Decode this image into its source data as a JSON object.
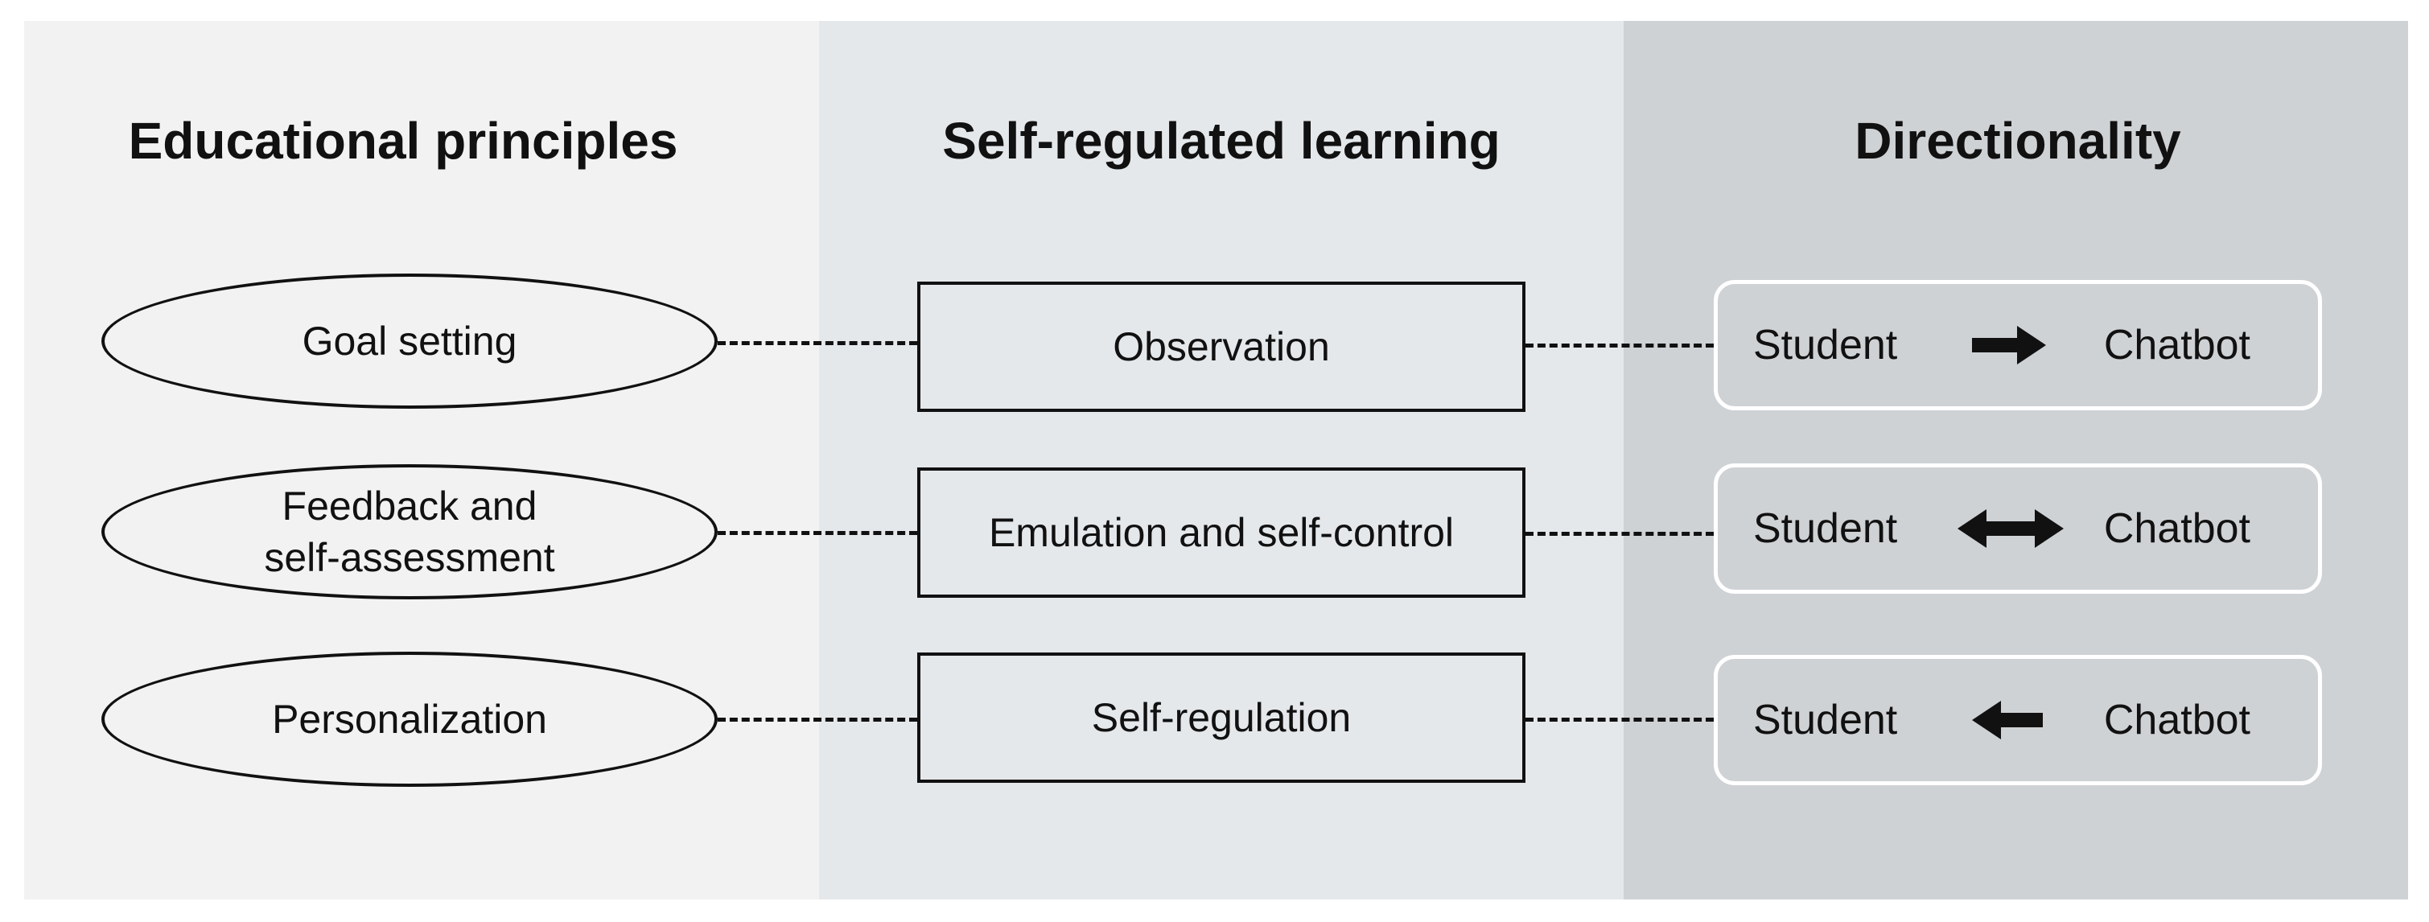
{
  "colors": {
    "panel_left": "#f2f2f2",
    "panel_middle": "#e5e8eb",
    "panel_right": "#cfd2d5",
    "stroke": "#111111",
    "pill_border": "#ffffff"
  },
  "columns": {
    "educational_principles": {
      "title": "Educational principles",
      "items": [
        "Goal setting",
        "Feedback and\nself-assessment",
        "Personalization"
      ]
    },
    "self_regulated_learning": {
      "title": "Self-regulated learning",
      "items": [
        "Observation",
        "Emulation and self-control",
        "Self-regulation"
      ]
    },
    "directionality": {
      "title": "Directionality",
      "items": [
        {
          "left": "Student",
          "right": "Chatbot",
          "arrow": "right-arrow"
        },
        {
          "left": "Student",
          "right": "Chatbot",
          "arrow": "double-arrow"
        },
        {
          "left": "Student",
          "right": "Chatbot",
          "arrow": "left-arrow"
        }
      ]
    }
  }
}
